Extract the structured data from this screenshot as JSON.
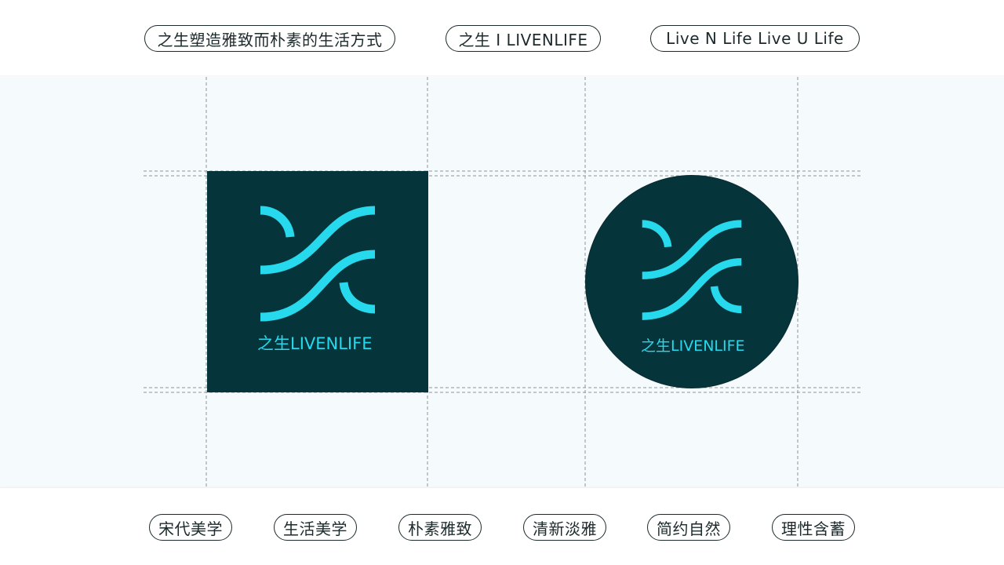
{
  "top_tags": [
    "之生塑造雅致而朴素的生活方式",
    "之生 I LIVENLIFE",
    "Live N Life  Live U Life"
  ],
  "logo_wordmark": "之生LIVENLIFE",
  "bottom_tags": [
    "宋代美学",
    "生活美学",
    "朴素雅致",
    "清新淡雅",
    "简约自然",
    "理性含蓄"
  ],
  "colors": {
    "logo_background": "#06343b",
    "logo_accent": "#26d9ec",
    "guide_line": "#8c9597",
    "pill_border": "#1d2a2c"
  }
}
